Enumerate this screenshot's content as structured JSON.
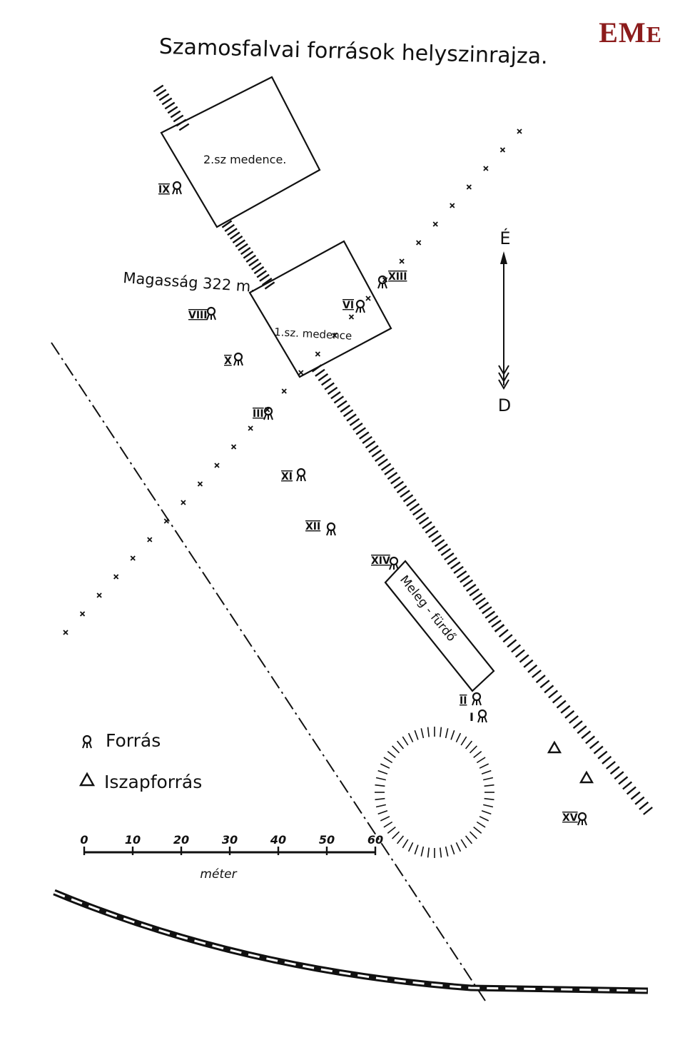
{
  "logo": {
    "first": "E",
    "middle": "M",
    "last": "E",
    "color": "#8c1c1c"
  },
  "map": {
    "title": "Szamosfalvai források helyszinrajza.",
    "ink_color": "#111111",
    "basins": [
      {
        "id": "2",
        "label": "2.sz medence."
      },
      {
        "id": "1",
        "label": "1.sz. medence"
      }
    ],
    "elevation_label": "Magasság 322 m.",
    "warm_bath_label": "Meleg - fürdő",
    "compass": {
      "north": "É",
      "south": "D"
    },
    "springs": [
      {
        "numeral": "IX",
        "type": "spring"
      },
      {
        "numeral": "XIII",
        "type": "spring"
      },
      {
        "numeral": "VI",
        "type": "spring"
      },
      {
        "numeral": "VIII",
        "type": "spring"
      },
      {
        "numeral": "X",
        "type": "spring"
      },
      {
        "numeral": "III",
        "type": "spring"
      },
      {
        "numeral": "XI",
        "type": "spring"
      },
      {
        "numeral": "XII",
        "type": "spring"
      },
      {
        "numeral": "XIV",
        "type": "spring"
      },
      {
        "numeral": "II",
        "type": "spring"
      },
      {
        "numeral": "I",
        "type": "spring"
      },
      {
        "numeral": "XV",
        "type": "spring"
      }
    ],
    "legend": [
      {
        "symbol": "spring-symbol",
        "label": "Forrás"
      },
      {
        "symbol": "mud-spring-triangle",
        "label": "Iszapforrás"
      }
    ],
    "scale": {
      "ticks": [
        "0",
        "10",
        "20",
        "30",
        "40",
        "50",
        "60"
      ],
      "unit": "méter"
    }
  }
}
